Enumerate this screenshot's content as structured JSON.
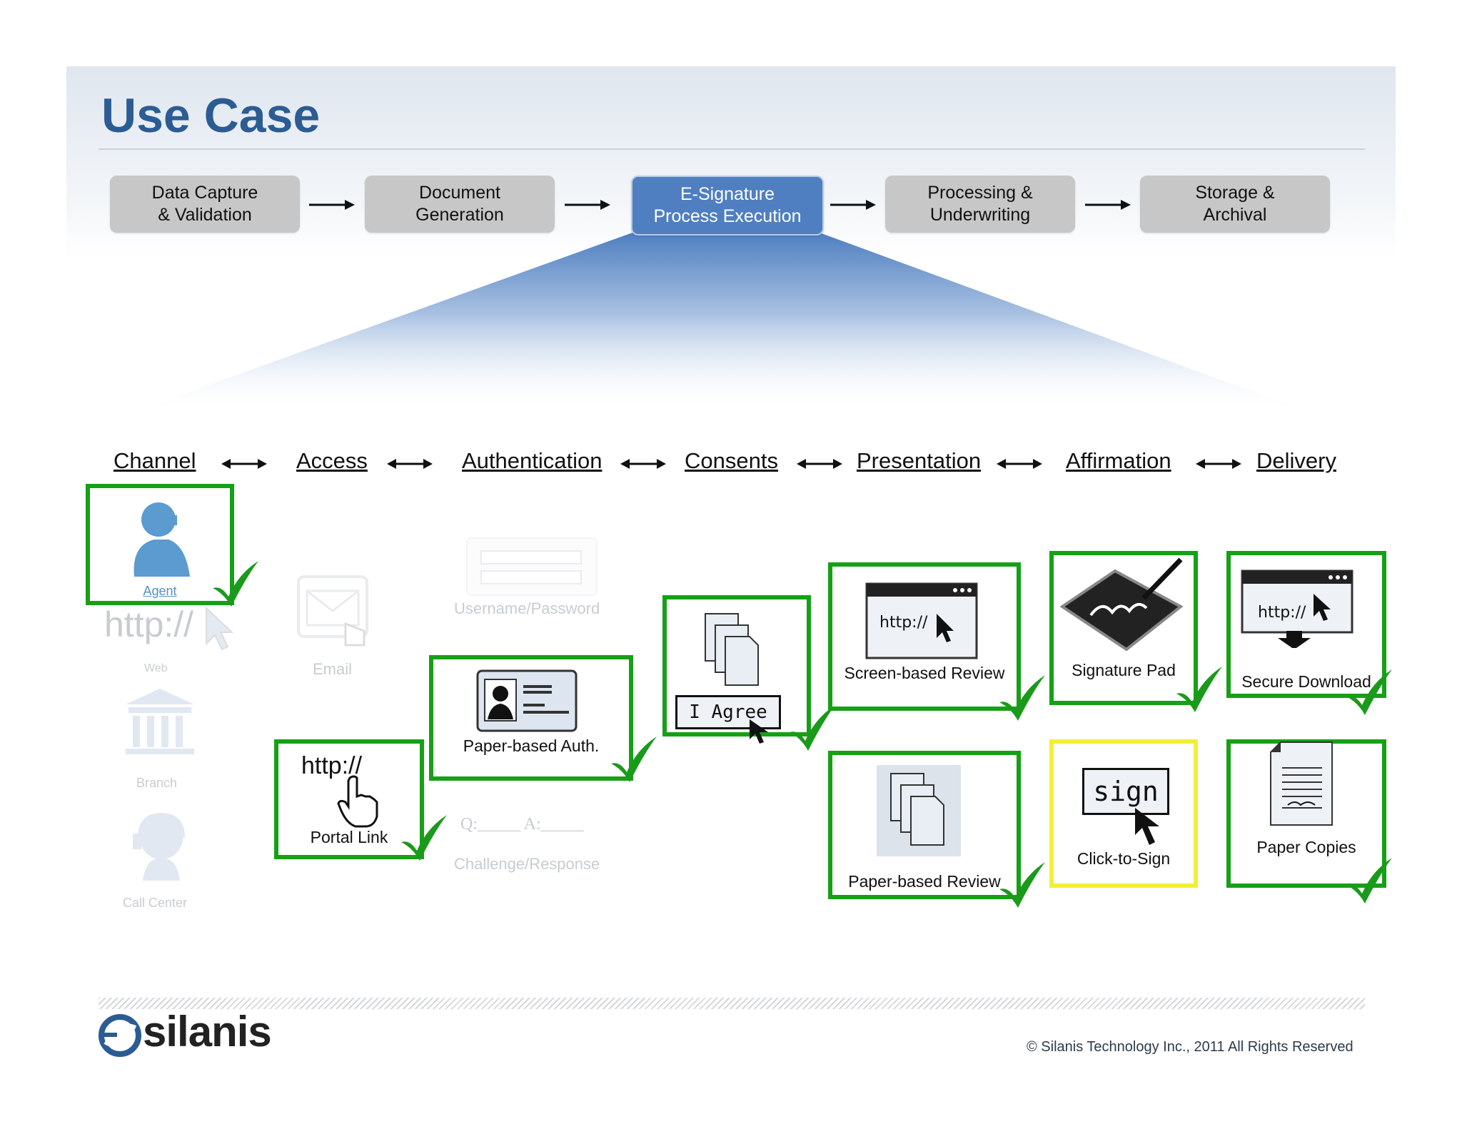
{
  "title": "Use Case",
  "process_steps": [
    {
      "line1": "Data Capture",
      "line2": "& Validation"
    },
    {
      "line1": "Document",
      "line2": "Generation"
    },
    {
      "line1": "E-Signature",
      "line2": "Process Execution"
    },
    {
      "line1": "Processing &",
      "line2": "Underwriting"
    },
    {
      "line1": "Storage &",
      "line2": "Archival"
    }
  ],
  "phases": [
    "Channel",
    "Access",
    "Authentication",
    "Consents",
    "Presentation",
    "Affirmation",
    "Delivery"
  ],
  "options": {
    "agent": "Agent",
    "portal_link": "Portal Link",
    "portal_url_text": "http://",
    "paper_auth": "Paper-based Auth.",
    "i_agree": "I Agree",
    "screen_review": "Screen-based Review",
    "paper_review": "Paper-based Review",
    "signature_pad": "Signature Pad",
    "click_to_sign": "Click-to-Sign",
    "sign_word": "sign",
    "secure_download": "Secure Download",
    "paper_copies": "Paper Copies",
    "http_small": "http://"
  },
  "faded_options": {
    "web_url": "http://",
    "web": "Web",
    "branch": "Branch",
    "call_center": "Call Center",
    "email": "Email",
    "username_password": "Username/Password",
    "challenge_response": "Challenge/Response",
    "qa_text": "Q:_____ A:_____"
  },
  "footer": {
    "logo": "silanis",
    "copyright": "© Silanis Technology Inc., 2011 All Rights Reserved"
  },
  "colors": {
    "title": "#2b5c93",
    "active_step": "#4f7fc0",
    "inactive_step": "#c7c7c7",
    "selected_border": "#16a016",
    "highlight_border": "#f3ef36",
    "check": "#1a9a1a"
  }
}
